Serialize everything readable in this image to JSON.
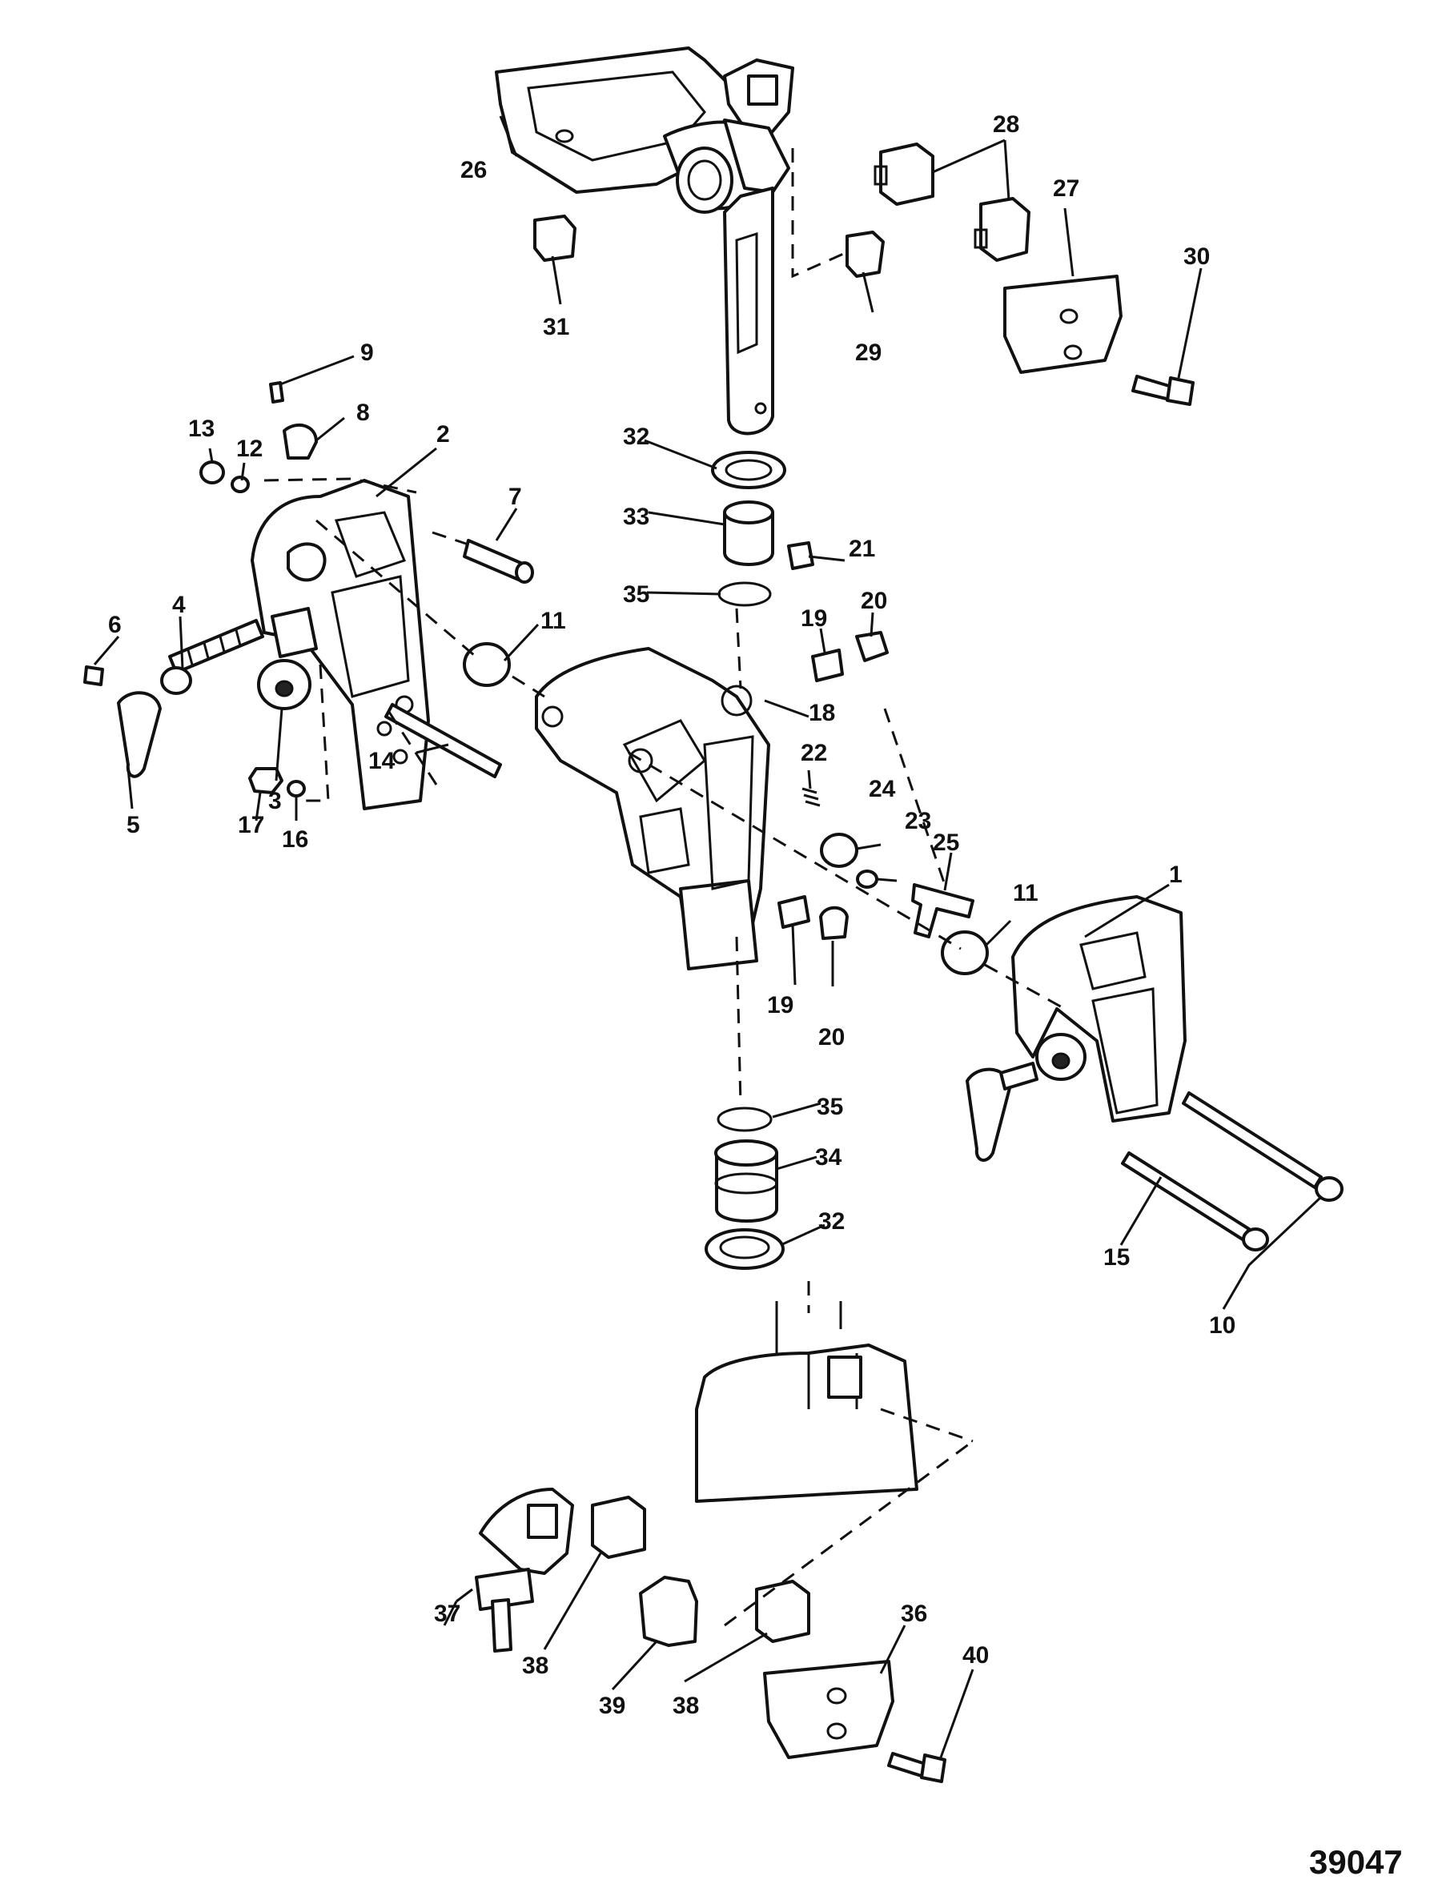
{
  "figure_number": "39047",
  "callouts": {
    "c1": "1",
    "c2": "2",
    "c3": "3",
    "c4": "4",
    "c5": "5",
    "c6": "6",
    "c7": "7",
    "c8": "8",
    "c9": "9",
    "c10": "10",
    "c11a": "11",
    "c11b": "11",
    "c12": "12",
    "c13": "13",
    "c14": "14",
    "c15": "15",
    "c16": "16",
    "c17": "17",
    "c18": "18",
    "c19a": "19",
    "c19b": "19",
    "c20a": "20",
    "c20b": "20",
    "c21": "21",
    "c22": "22",
    "c23": "23",
    "c24": "24",
    "c25": "25",
    "c26": "26",
    "c27": "27",
    "c28": "28",
    "c29": "29",
    "c30": "30",
    "c31": "31",
    "c32a": "32",
    "c32b": "32",
    "c33": "33",
    "c34": "34",
    "c35a": "35",
    "c35b": "35",
    "c36": "36",
    "c37": "37",
    "c38a": "38",
    "c38b": "38",
    "c39": "39",
    "c40": "40"
  }
}
